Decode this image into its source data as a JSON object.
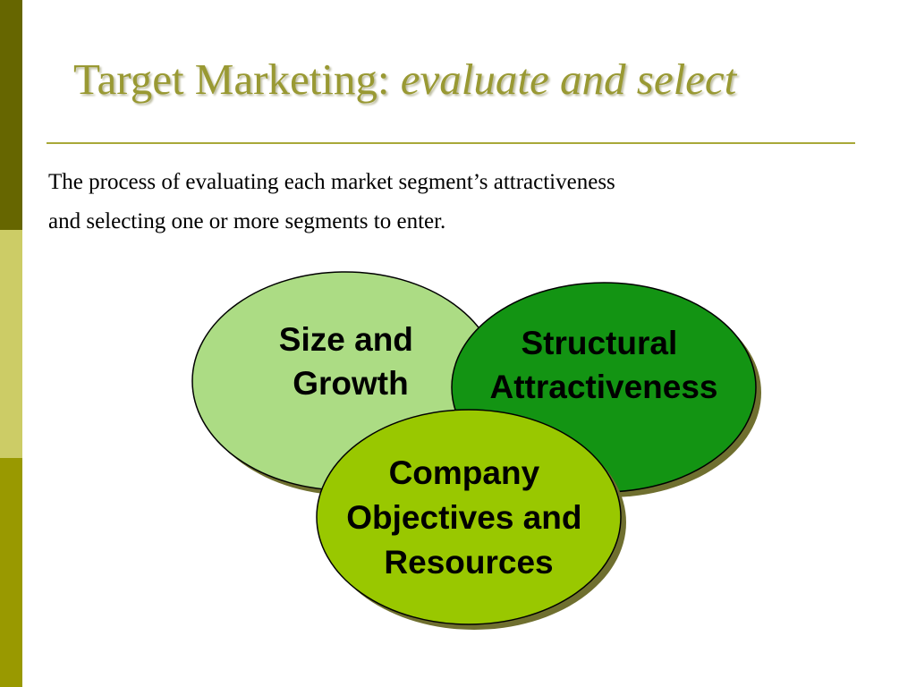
{
  "slide": {
    "title_main": "Target Marketing: ",
    "title_sub": "evaluate and select",
    "description_line1": "The process of evaluating each market segment’s attractiveness",
    "description_line2": "and selecting one or more segments to enter."
  },
  "diagram": {
    "circles": [
      {
        "lines": [
          "Size and",
          "Growth"
        ],
        "fill": "#acdc84"
      },
      {
        "lines": [
          "Structural",
          "Attractiveness"
        ],
        "fill": "#139413"
      },
      {
        "lines": [
          "Company",
          "Objectives and",
          "Resources"
        ],
        "fill": "#99c800"
      }
    ],
    "shadow_color": "#6f6f2f",
    "outline_color": "#000000"
  },
  "colors": {
    "sidebar": [
      "#666600",
      "#cccc66",
      "#999900"
    ],
    "title": "#999933",
    "divider": "#a8a838"
  }
}
